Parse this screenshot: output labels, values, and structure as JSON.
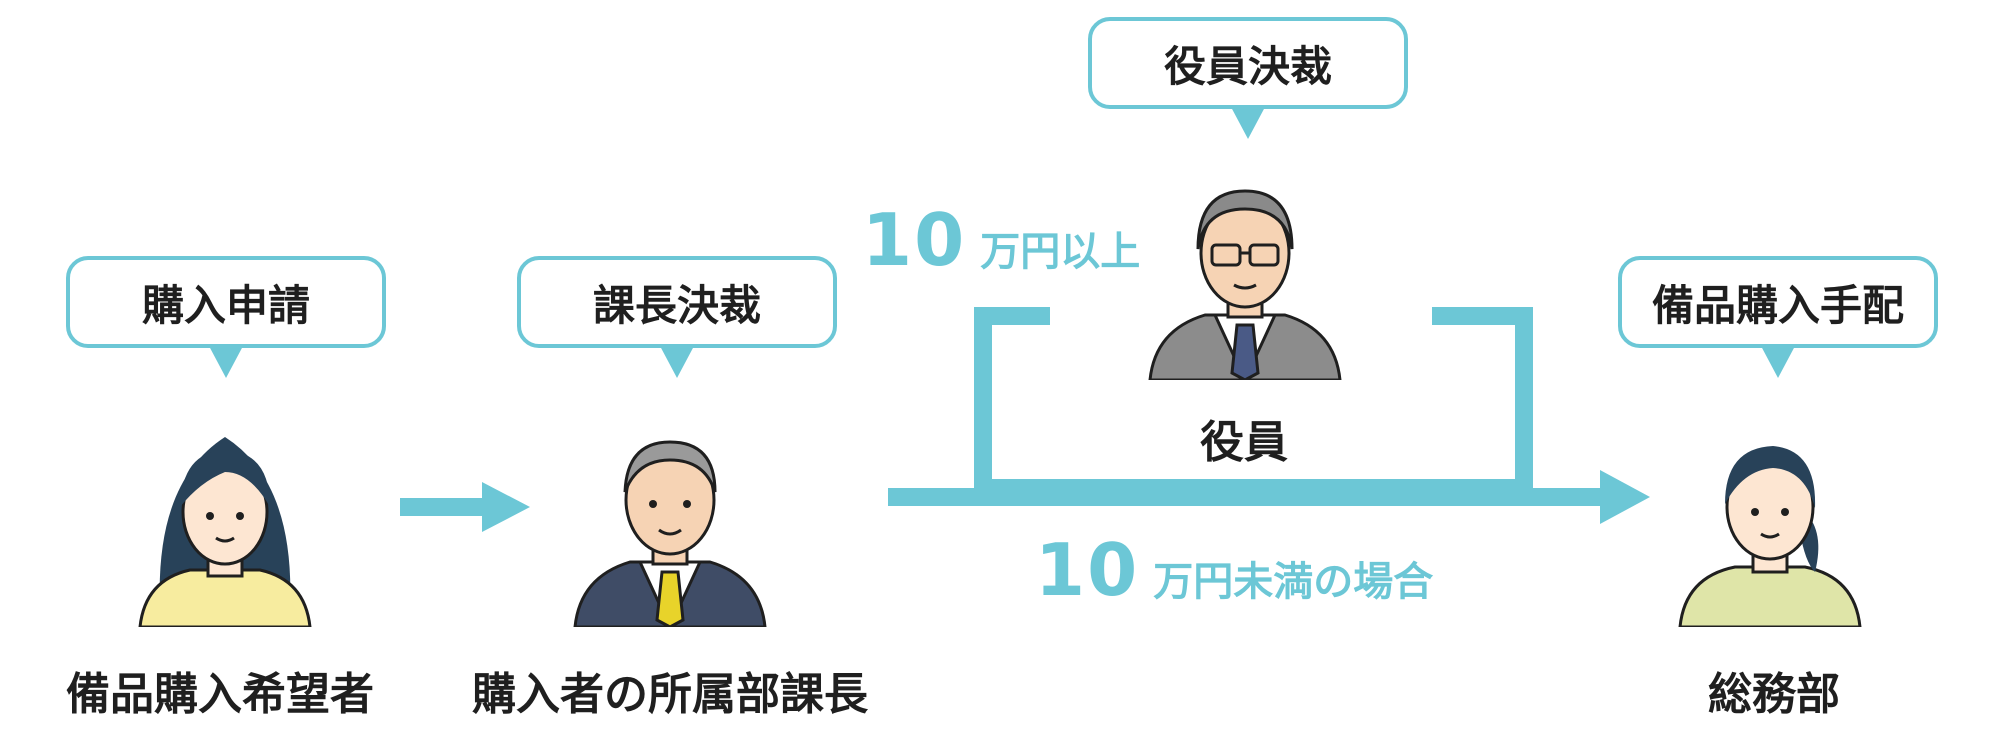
{
  "colors": {
    "accent": "#6cc7d6",
    "text": "#1f1f1f"
  },
  "steps": [
    {
      "bubble": "購入申請",
      "role": "備品購入希望者",
      "icon": "woman-applicant-icon"
    },
    {
      "bubble": "課長決裁",
      "role": "購入者の所属部課長",
      "icon": "section-chief-icon"
    },
    {
      "bubble": "役員決裁",
      "role": "役員",
      "icon": "executive-icon"
    },
    {
      "bubble": "備品購入手配",
      "role": "総務部",
      "icon": "general-affairs-woman-icon"
    }
  ],
  "conditions": {
    "high": {
      "amount": "10",
      "text": "万円以上"
    },
    "low": {
      "amount": "10",
      "text": "万円未満の場合"
    }
  }
}
